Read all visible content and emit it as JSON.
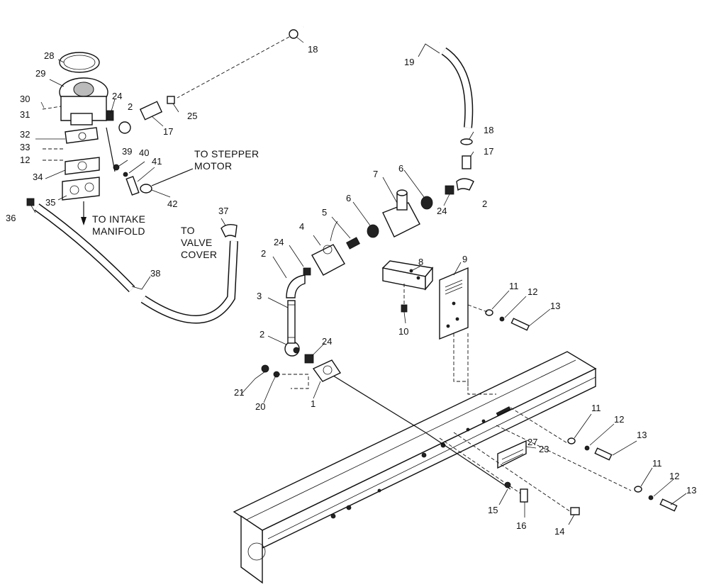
{
  "callouts": {
    "stepper_motor": [
      "TO STEPPER",
      "MOTOR"
    ],
    "intake_manifold": [
      "TO INTAKE",
      "MANIFOLD"
    ],
    "valve_cover": [
      "TO",
      "VALVE",
      "COVER"
    ]
  },
  "labels": [
    {
      "id": "p28",
      "text": "28"
    },
    {
      "id": "p29",
      "text": "29"
    },
    {
      "id": "p30",
      "text": "30"
    },
    {
      "id": "p31",
      "text": "31"
    },
    {
      "id": "p32",
      "text": "32"
    },
    {
      "id": "p33",
      "text": "33"
    },
    {
      "id": "p12a",
      "text": "12"
    },
    {
      "id": "p34",
      "text": "34"
    },
    {
      "id": "p35",
      "text": "35"
    },
    {
      "id": "p36",
      "text": "36"
    },
    {
      "id": "p24a",
      "text": "24"
    },
    {
      "id": "p2a",
      "text": "2"
    },
    {
      "id": "p17a",
      "text": "17"
    },
    {
      "id": "p25",
      "text": "25"
    },
    {
      "id": "p18a",
      "text": "18"
    },
    {
      "id": "p19",
      "text": "19"
    },
    {
      "id": "p18b",
      "text": "18"
    },
    {
      "id": "p17b",
      "text": "17"
    },
    {
      "id": "p39",
      "text": "39"
    },
    {
      "id": "p40",
      "text": "40"
    },
    {
      "id": "p41",
      "text": "41"
    },
    {
      "id": "p42",
      "text": "42"
    },
    {
      "id": "p37",
      "text": "37"
    },
    {
      "id": "p38",
      "text": "38"
    },
    {
      "id": "p7",
      "text": "7"
    },
    {
      "id": "p6a",
      "text": "6"
    },
    {
      "id": "p6b",
      "text": "6"
    },
    {
      "id": "p24b",
      "text": "24"
    },
    {
      "id": "p2b",
      "text": "2"
    },
    {
      "id": "p5",
      "text": "5"
    },
    {
      "id": "p4",
      "text": "4"
    },
    {
      "id": "p24c",
      "text": "24"
    },
    {
      "id": "p2c",
      "text": "2"
    },
    {
      "id": "p3",
      "text": "3"
    },
    {
      "id": "p2d",
      "text": "2"
    },
    {
      "id": "p24d",
      "text": "24"
    },
    {
      "id": "p1",
      "text": "1"
    },
    {
      "id": "p21",
      "text": "21"
    },
    {
      "id": "p20",
      "text": "20"
    },
    {
      "id": "p8",
      "text": "8"
    },
    {
      "id": "p9",
      "text": "9"
    },
    {
      "id": "p10",
      "text": "10"
    },
    {
      "id": "p11a",
      "text": "11"
    },
    {
      "id": "p12b",
      "text": "12"
    },
    {
      "id": "p13a",
      "text": "13"
    },
    {
      "id": "p11b",
      "text": "11"
    },
    {
      "id": "p12c",
      "text": "12"
    },
    {
      "id": "p13b",
      "text": "13"
    },
    {
      "id": "p27",
      "text": "27"
    },
    {
      "id": "p23",
      "text": "23"
    },
    {
      "id": "p11c",
      "text": "11"
    },
    {
      "id": "p12d",
      "text": "12"
    },
    {
      "id": "p13c",
      "text": "13"
    },
    {
      "id": "p15",
      "text": "15"
    },
    {
      "id": "p16",
      "text": "16"
    },
    {
      "id": "p14",
      "text": "14"
    }
  ]
}
